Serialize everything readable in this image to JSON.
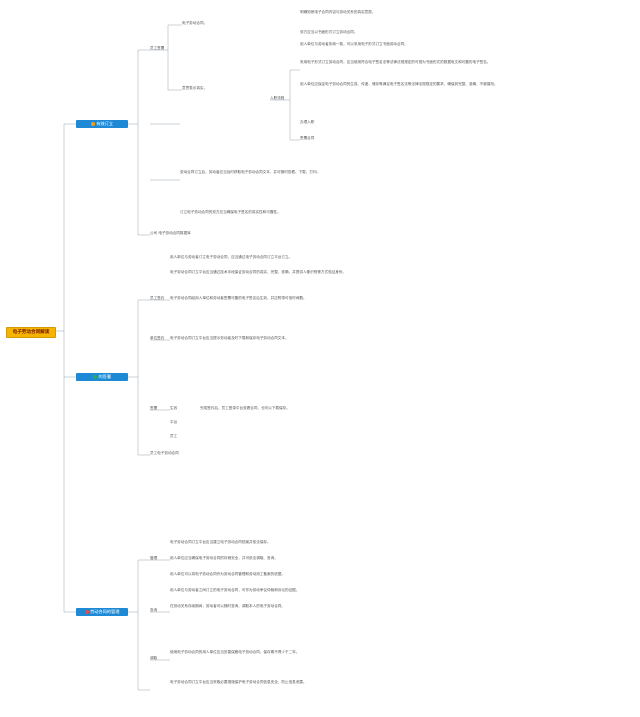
{
  "root": {
    "label": "电子劳动合同解读"
  },
  "branches": [
    {
      "label": "有效订立",
      "icon": "document-icon",
      "icon_color": "#f39c12"
    },
    {
      "label": "的签署",
      "icon": "gear-icon",
      "icon_color": "#27ae60"
    },
    {
      "label": "劳动合同的管理",
      "icon": "shield-icon",
      "icon_color": "#e74c3c"
    }
  ],
  "branch1": {
    "b1_t1": "员工签署",
    "b1_t2": "电子劳动合同，",
    "b1_t3": "意思表示真实，",
    "b1_t4": "明确知悉电子合同内容与劳动关系的真实意愿。",
    "b1_t5": "双方应当以书面形式订立劳动合同。",
    "b1_t6": "用人单位与劳动者协商一致，可以采用电子形式订立书面劳动合同。",
    "b1_t7": "采用电子形式订立劳动合同，应当使用符合电子签名法等法律法规规定的可视为书面形式的数据电文和可靠的电子签名。",
    "b1_t8": "用人单位应保证电子劳动合同的生成、传递、储存等满足电子签名法等法律法规规定的要求，确保其完整、准确、不被篡改。",
    "b1_t9": "入职流程",
    "b1_t10": "办理入职",
    "b1_t11": "签署合同",
    "b1_t12": "劳动合同订立后，劳动者应当及时获取电子劳动合同文本，并可随时查看、下载、打印。",
    "b1_t13": "订立电子劳动合同的双方应当确保电子签名的真实性和可靠性。",
    "b1_t14": "公司 电子劳动合同数据库"
  },
  "branch2": {
    "b2_t1": "用人单位与劳动者订立电子劳动合同，应当通过电子劳动合同订立平台订立。",
    "b2_t2": "电子劳动合同订立平台应当通过技术手段保证劳动合同的真实、完整、准确，并提供人像识别等方式验证身份。",
    "b2_t3": "员工签约",
    "b2_t4": "单位签约",
    "b2_t5": "电子劳动合同经用人单位和劳动者签署可靠的电子签名后生效，并应附带可信时间戳。",
    "b2_t6": "电子劳动合同订立平台应当提示劳动者及时下载和保存电子劳动合同文本。",
    "b2_t7": "签署",
    "b2_t8": "生效",
    "b2_t9": "平台",
    "b2_t10": "员工",
    "b2_t11": "完成签约后，员工登录平台查看合同，也可以下载保存。",
    "b2_t12": "员工电子劳动合同"
  },
  "branch3": {
    "b3_t1": "电子劳动合同订立平台应当建立电子劳动合同档案并依法保存。",
    "b3_t2": "用人单位应当确保电子劳动合同的存储安全，并可依法调取、查询。",
    "b3_t3": "用人单位可以将电子劳动合同作为劳动合同管理和劳动用工备案的依据。",
    "b3_t4": "用人单位与劳动者之间订立的电子劳动合同，可作为劳动争议仲裁和诉讼的证据。",
    "b3_t5": "在劳动关系存续期间，劳动者可以随时查询、调取本人的电子劳动合同。",
    "b3_t6": "管理",
    "b3_t7": "查询",
    "b3_t8": "调取",
    "b3_t9": "使用电子劳动合同的用人单位应当妥善保管电子劳动合同，保存期不得少于二年。",
    "b3_t10": "电子劳动合同订立平台应当采取必要措施保护电子劳动合同信息安全，防止信息泄露。"
  }
}
